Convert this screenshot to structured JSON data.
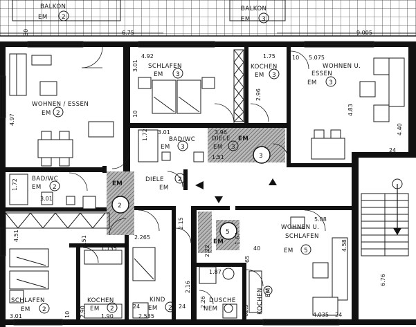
{
  "colors": {
    "ink": "#141414",
    "paper": "#ffffff",
    "wall": "#111111",
    "hatch": "#8c8c8c"
  },
  "balconies": [
    {
      "label": "BALKON",
      "em": "2",
      "dim_left": "30",
      "dim_right": "6.75"
    },
    {
      "label": "BALKON",
      "em": "3",
      "dim_right": "9.005"
    }
  ],
  "rooms": [
    {
      "id": "wohnen-essen-2",
      "label": "WOHNEN / ESSEN",
      "em": "2"
    },
    {
      "id": "schlafen-3",
      "label": "SCHLAFEN",
      "em": "3"
    },
    {
      "id": "kochen-3",
      "label": "KOCHEN",
      "em": "3"
    },
    {
      "id": "wohnen-essen-3",
      "label": "WOHNEN U.",
      "label2": "ESSEN",
      "em": "3"
    },
    {
      "id": "bad-wc-3",
      "label": "BAD/WC",
      "em": "3"
    },
    {
      "id": "diele-3",
      "label": "DIELE",
      "em": "3"
    },
    {
      "id": "bad-wc-2",
      "label": "BAD/WC",
      "em": "2"
    },
    {
      "id": "diele-2",
      "label": "DIELE",
      "em": "2"
    },
    {
      "id": "wohnen-schlafen-5",
      "label": "WOHNEN U.",
      "label2": "SCHLAFEN",
      "em": "5"
    },
    {
      "id": "schlafen-2",
      "label": "SCHLAFEN",
      "em": "2"
    },
    {
      "id": "kochen-2",
      "label": "KOCHEN",
      "em": "2"
    },
    {
      "id": "kind-2",
      "label": "KIND",
      "em": "2"
    },
    {
      "id": "dusche-5",
      "label": "DUSCHE",
      "em": ""
    },
    {
      "id": "kochen-5",
      "label": "KOCHEN",
      "em": "5"
    }
  ],
  "entrances": [
    {
      "label": "EM",
      "number": "2"
    },
    {
      "label": "EM",
      "number": "3"
    },
    {
      "label": "EM",
      "number": "5"
    }
  ],
  "dimensions": [
    "4.92",
    "1.75",
    "5.075",
    "3.01",
    "10",
    "4.97",
    "4.83",
    "4.40",
    "24",
    "3.01",
    "1.72",
    "10",
    "3.96",
    "1.51",
    "1.72",
    "3.01",
    "5.08",
    "4.58",
    "4.51",
    "1.51",
    "1.135",
    "2.265",
    "2.15",
    "2.22",
    "1.67",
    "1.87",
    "65",
    "40",
    "2.535",
    "2.16",
    "2.26",
    "3.01",
    "10",
    "2.90",
    "1.90",
    "24",
    "24",
    "24",
    "62.5",
    "4.035",
    "6.76",
    "2.96"
  ]
}
